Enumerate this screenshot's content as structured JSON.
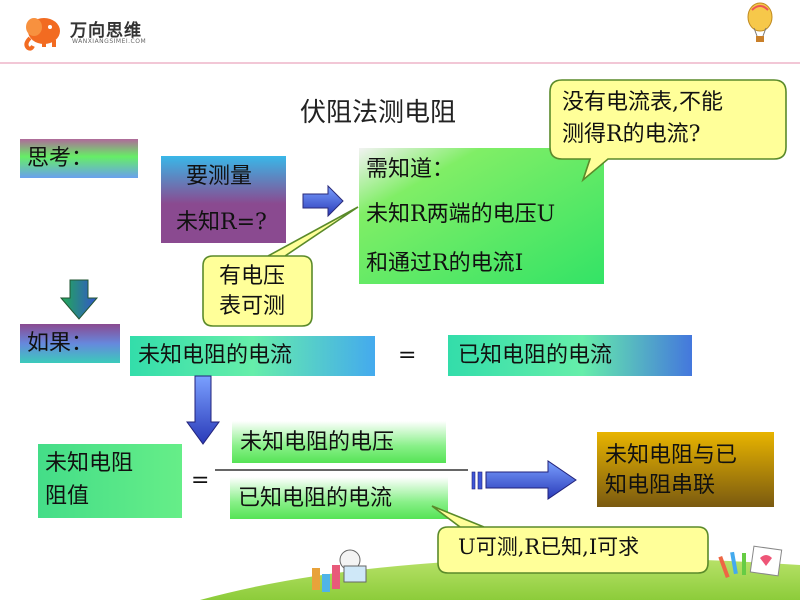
{
  "brand": {
    "name": "万向思维",
    "sub": "WANXIANGSIMEI.COM"
  },
  "title": "伏阻法测电阻",
  "callouts": {
    "top_right_line1": "没有电流表,不能",
    "top_right_line2": "测得R的电流?",
    "voltage_line1": "有电压",
    "voltage_line2": "表可测",
    "bottom": "U可测,R已知,I可求"
  },
  "boxes": {
    "think": "思考：",
    "measure_line1": "要测量",
    "measure_line2": "未知R=?",
    "need_line1": "需知道：",
    "need_line2": "未知R两端的电压U",
    "need_line3": "和通过R的电流I",
    "if": "如果：",
    "unknown_current": "未知电阻的电流",
    "equals": "=",
    "known_current": "已知电阻的电流",
    "resistance_line1": "未知电阻",
    "resistance_line2": "阻值",
    "equals2": "=",
    "numerator": "未知电阻的电压",
    "denominator": "已知电阻的电流",
    "result_line1": "未知电阻与已",
    "result_line2": "知电阻串联"
  },
  "colors": {
    "callout_fill": "#ffff99",
    "callout_stroke": "#5a8a2a",
    "arrow_blue": "#3e56d8",
    "box_green": "#66ee66",
    "box_purple": "#8e4a9a",
    "box_teal": "#33bbbb",
    "result_gold": "#ddaa00"
  }
}
